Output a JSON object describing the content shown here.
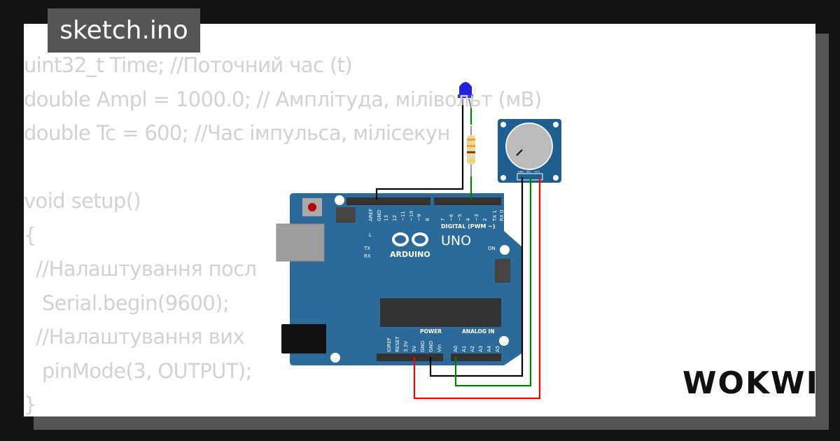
{
  "title": "sketch.ino",
  "code_lines": [
    "uint32_t Time; //Поточний час (t)",
    "double Ampl = 1000.0; // Амплітуда, мілівольт (мВ)",
    "double Tc = 600; //Час імпульса, мілісекун",
    "",
    "void setup()",
    "{",
    "  //Налаштування посл",
    "   Serial.begin(9600);",
    "  //Налаштування вих",
    "   pinMode(3, OUTPUT);",
    "}"
  ],
  "board": {
    "brand": "ARDUINO",
    "model": "UNO",
    "digital_header": "DIGITAL (PWM ~)",
    "digital_pins": [
      "AREF",
      "GND",
      "13",
      "12",
      "~11",
      "~10",
      "~9",
      "8",
      "7",
      "~6",
      "~5",
      "4",
      "~3",
      "2",
      "TX 1",
      "RX 0"
    ],
    "power_header": "POWER",
    "power_pins": [
      "IOREF",
      "RESET",
      "3.3V",
      "5V",
      "GND",
      "GND",
      "Vin"
    ],
    "analog_header": "ANALOG IN",
    "analog_pins": [
      "A0",
      "A1",
      "A2",
      "A3",
      "A4",
      "A5"
    ],
    "leds": [
      "L",
      "TX",
      "RX",
      "ON"
    ],
    "color": "#2b6a99"
  },
  "potentiometer": {
    "pins": [
      "GND",
      "SIG",
      "VCC"
    ]
  },
  "led_color": "#2222dd",
  "wire_colors": {
    "gnd": "#000000",
    "signal": "#008000",
    "power": "#ff0000"
  },
  "logo": "WOKWI"
}
